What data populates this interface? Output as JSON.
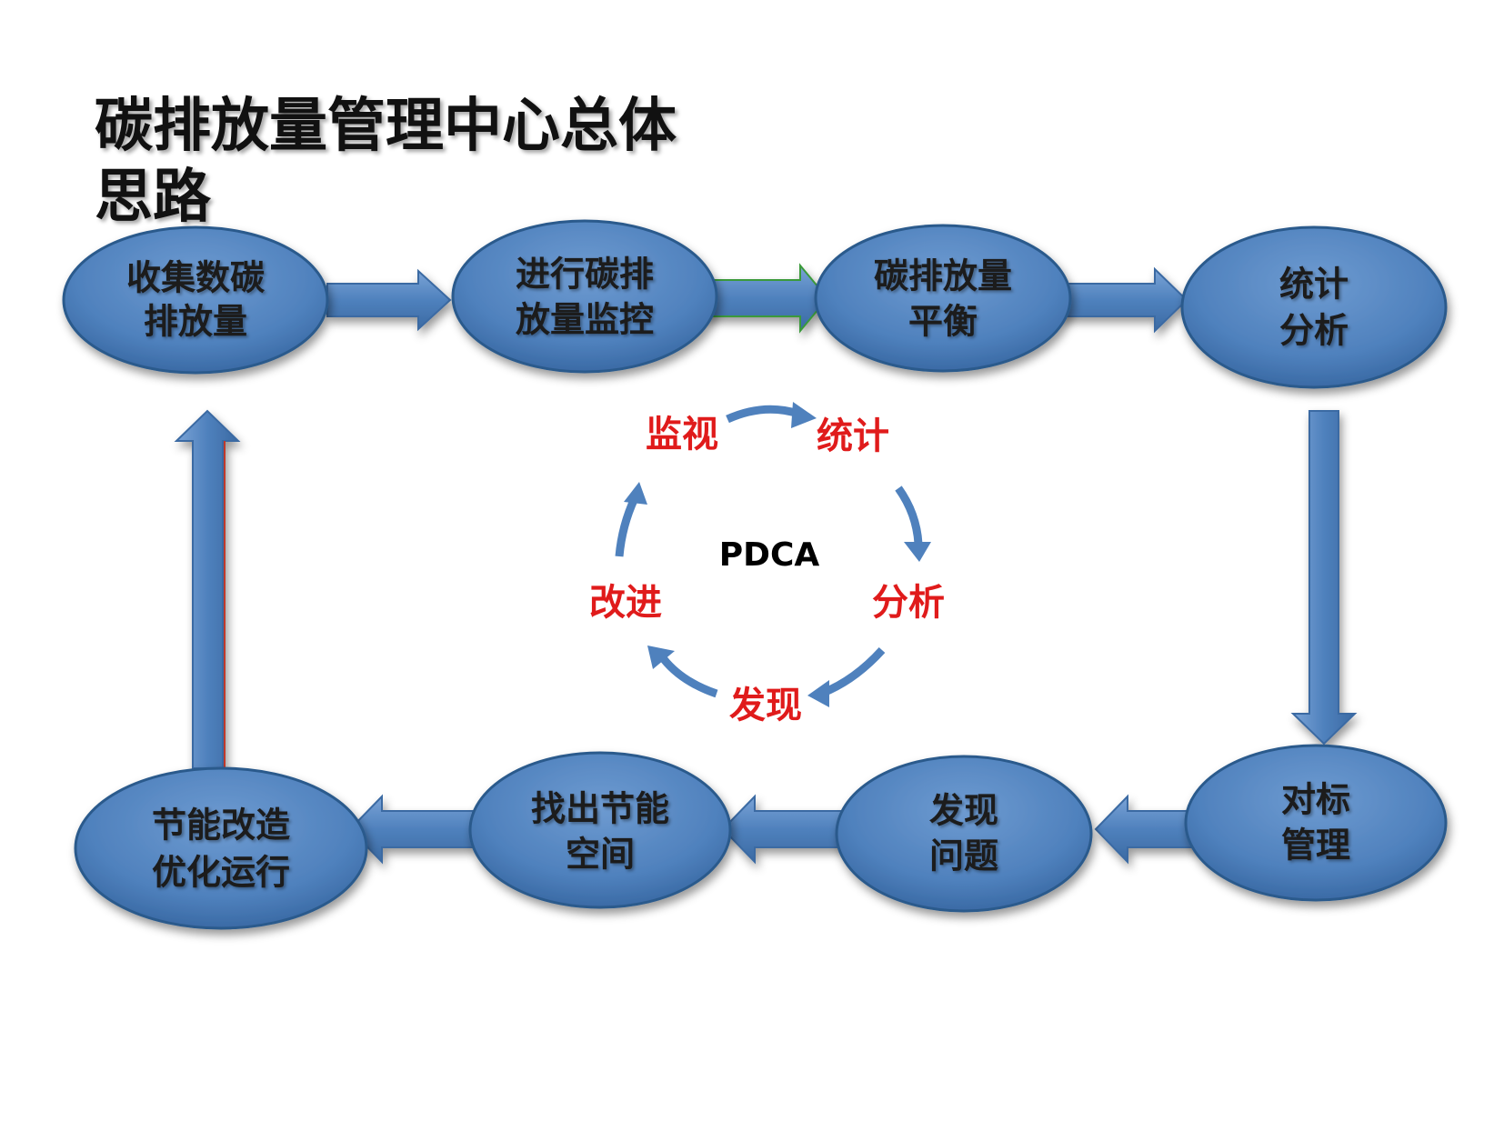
{
  "title_lines": [
    "碳排放量管理中心总体",
    "思路"
  ],
  "colors": {
    "node_fill": "#4f81bd",
    "node_edge": "#2c5a8c",
    "arrow_fill": "#4f81bd",
    "pdca_text": "#e01b1b",
    "pdca_arc": "#4f81bd"
  },
  "nodes": {
    "n1": [
      "收集数碳",
      "排放量"
    ],
    "n2": [
      "进行碳排",
      "放量监控"
    ],
    "n3": [
      "碳排放量",
      "平衡"
    ],
    "n4": [
      "统计",
      "分析"
    ],
    "n5": [
      "对标",
      "管理"
    ],
    "n6": [
      "发现",
      "问题"
    ],
    "n7": [
      "找出节能",
      "空间"
    ],
    "n8": [
      "节能改造",
      "优化运行"
    ]
  },
  "pdca": {
    "center": "PDCA",
    "monitor": "监视",
    "stats": "统计",
    "analysis": "分析",
    "discover": "发现",
    "improve": "改进"
  }
}
